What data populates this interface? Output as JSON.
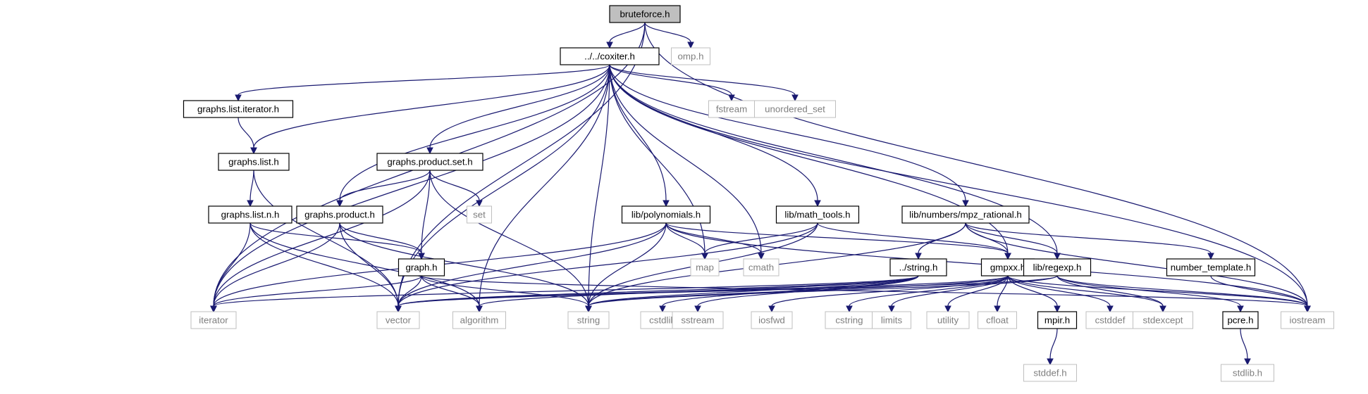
{
  "nodes": [
    {
      "id": "bruteforce",
      "label": "bruteforce.h",
      "kind": "root"
    },
    {
      "id": "coxiter",
      "label": "../../coxiter.h",
      "kind": "local"
    },
    {
      "id": "omp",
      "label": "omp.h",
      "kind": "ext"
    },
    {
      "id": "gl_iter",
      "label": "graphs.list.iterator.h",
      "kind": "local"
    },
    {
      "id": "fstream",
      "label": "fstream",
      "kind": "ext"
    },
    {
      "id": "unordered_set",
      "label": "unordered_set",
      "kind": "ext"
    },
    {
      "id": "gl",
      "label": "graphs.list.h",
      "kind": "local"
    },
    {
      "id": "gps",
      "label": "graphs.product.set.h",
      "kind": "local"
    },
    {
      "id": "gln",
      "label": "graphs.list.n.h",
      "kind": "local"
    },
    {
      "id": "gp",
      "label": "graphs.product.h",
      "kind": "local"
    },
    {
      "id": "set",
      "label": "set",
      "kind": "ext"
    },
    {
      "id": "poly",
      "label": "lib/polynomials.h",
      "kind": "local"
    },
    {
      "id": "mtools",
      "label": "lib/math_tools.h",
      "kind": "local"
    },
    {
      "id": "mpzr",
      "label": "lib/numbers/mpz_rational.h",
      "kind": "local"
    },
    {
      "id": "map",
      "label": "map",
      "kind": "ext"
    },
    {
      "id": "cmath",
      "label": "cmath",
      "kind": "ext"
    },
    {
      "id": "graph",
      "label": "graph.h",
      "kind": "local"
    },
    {
      "id": "str",
      "label": "../string.h",
      "kind": "local"
    },
    {
      "id": "gmpxx",
      "label": "gmpxx.h",
      "kind": "local"
    },
    {
      "id": "regexp",
      "label": "lib/regexp.h",
      "kind": "local"
    },
    {
      "id": "numtpl",
      "label": "number_template.h",
      "kind": "local"
    },
    {
      "id": "iterator",
      "label": "iterator",
      "kind": "ext"
    },
    {
      "id": "vector",
      "label": "vector",
      "kind": "ext"
    },
    {
      "id": "algorithm",
      "label": "algorithm",
      "kind": "ext"
    },
    {
      "id": "string",
      "label": "string",
      "kind": "ext"
    },
    {
      "id": "cstdlib",
      "label": "cstdlib",
      "kind": "ext"
    },
    {
      "id": "sstream",
      "label": "sstream",
      "kind": "ext"
    },
    {
      "id": "iosfwd",
      "label": "iosfwd",
      "kind": "ext"
    },
    {
      "id": "cstring",
      "label": "cstring",
      "kind": "ext"
    },
    {
      "id": "limits",
      "label": "limits",
      "kind": "ext"
    },
    {
      "id": "utility",
      "label": "utility",
      "kind": "ext"
    },
    {
      "id": "cfloat",
      "label": "cfloat",
      "kind": "ext"
    },
    {
      "id": "mpir",
      "label": "mpir.h",
      "kind": "local"
    },
    {
      "id": "cstddef",
      "label": "cstddef",
      "kind": "ext"
    },
    {
      "id": "stdexcept",
      "label": "stdexcept",
      "kind": "ext"
    },
    {
      "id": "pcre",
      "label": "pcre.h",
      "kind": "local"
    },
    {
      "id": "iostream",
      "label": "iostream",
      "kind": "ext"
    },
    {
      "id": "stddef",
      "label": "stddef.h",
      "kind": "ext"
    },
    {
      "id": "stdlib",
      "label": "stdlib.h",
      "kind": "ext"
    }
  ],
  "edges": [
    [
      "bruteforce",
      "coxiter"
    ],
    [
      "bruteforce",
      "omp"
    ],
    [
      "bruteforce",
      "iterator"
    ],
    [
      "bruteforce",
      "vector"
    ],
    [
      "bruteforce",
      "iostream"
    ],
    [
      "coxiter",
      "gl_iter"
    ],
    [
      "coxiter",
      "fstream"
    ],
    [
      "coxiter",
      "unordered_set"
    ],
    [
      "coxiter",
      "gl"
    ],
    [
      "coxiter",
      "gps"
    ],
    [
      "coxiter",
      "gp"
    ],
    [
      "coxiter",
      "poly"
    ],
    [
      "coxiter",
      "mtools"
    ],
    [
      "coxiter",
      "mpzr"
    ],
    [
      "coxiter",
      "map"
    ],
    [
      "coxiter",
      "cmath"
    ],
    [
      "coxiter",
      "gmpxx"
    ],
    [
      "coxiter",
      "regexp"
    ],
    [
      "coxiter",
      "iterator"
    ],
    [
      "coxiter",
      "vector"
    ],
    [
      "coxiter",
      "algorithm"
    ],
    [
      "coxiter",
      "string"
    ],
    [
      "coxiter",
      "iostream"
    ],
    [
      "gl_iter",
      "gl"
    ],
    [
      "gl",
      "gln"
    ],
    [
      "gl",
      "vector"
    ],
    [
      "gps",
      "set"
    ],
    [
      "gps",
      "gp"
    ],
    [
      "gps",
      "graph"
    ],
    [
      "gps",
      "iterator"
    ],
    [
      "gps",
      "string"
    ],
    [
      "gln",
      "graph"
    ],
    [
      "gln",
      "iterator"
    ],
    [
      "gln",
      "vector"
    ],
    [
      "gln",
      "algorithm"
    ],
    [
      "gp",
      "graph"
    ],
    [
      "gp",
      "iterator"
    ],
    [
      "gp",
      "vector"
    ],
    [
      "gp",
      "string"
    ],
    [
      "poly",
      "map"
    ],
    [
      "poly",
      "cmath"
    ],
    [
      "poly",
      "gmpxx"
    ],
    [
      "poly",
      "iterator"
    ],
    [
      "poly",
      "vector"
    ],
    [
      "poly",
      "string"
    ],
    [
      "poly",
      "iostream"
    ],
    [
      "mtools",
      "map"
    ],
    [
      "mtools",
      "gmpxx"
    ],
    [
      "mtools",
      "vector"
    ],
    [
      "mtools",
      "string"
    ],
    [
      "mpzr",
      "str"
    ],
    [
      "mpzr",
      "gmpxx"
    ],
    [
      "mpzr",
      "regexp"
    ],
    [
      "mpzr",
      "numtpl"
    ],
    [
      "mpzr",
      "iostream"
    ],
    [
      "mpzr",
      "string"
    ],
    [
      "graph",
      "iterator"
    ],
    [
      "graph",
      "vector"
    ],
    [
      "graph",
      "algorithm"
    ],
    [
      "graph",
      "string"
    ],
    [
      "graph",
      "iostream"
    ],
    [
      "str",
      "iterator"
    ],
    [
      "str",
      "vector"
    ],
    [
      "str",
      "algorithm"
    ],
    [
      "str",
      "string"
    ],
    [
      "str",
      "cstdlib"
    ],
    [
      "str",
      "sstream"
    ],
    [
      "gmpxx",
      "iosfwd"
    ],
    [
      "gmpxx",
      "cstring"
    ],
    [
      "gmpxx",
      "limits"
    ],
    [
      "gmpxx",
      "utility"
    ],
    [
      "gmpxx",
      "cfloat"
    ],
    [
      "gmpxx",
      "mpir"
    ],
    [
      "gmpxx",
      "cstddef"
    ],
    [
      "gmpxx",
      "stdexcept"
    ],
    [
      "gmpxx",
      "iostream"
    ],
    [
      "gmpxx",
      "string"
    ],
    [
      "gmpxx",
      "vector"
    ],
    [
      "regexp",
      "pcre"
    ],
    [
      "regexp",
      "stdexcept"
    ],
    [
      "regexp",
      "iostream"
    ],
    [
      "regexp",
      "vector"
    ],
    [
      "regexp",
      "string"
    ],
    [
      "numtpl",
      "iostream"
    ],
    [
      "mpir",
      "stddef"
    ],
    [
      "pcre",
      "stdlib"
    ]
  ]
}
